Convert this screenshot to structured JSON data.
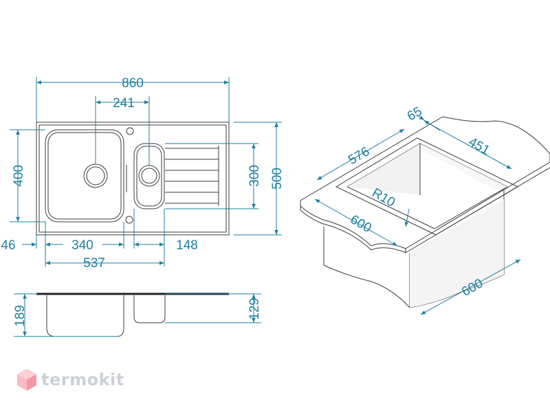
{
  "top_view": {
    "overall_width": "860",
    "bowl_spacing": "241",
    "depth_total": "500",
    "main_bowl_depth": "400",
    "small_bowl_depth": "300",
    "left_offset": "46",
    "main_bowl_width": "340",
    "small_bowl_width": "148",
    "bowls_span": "537"
  },
  "side_view": {
    "main_bowl_height": "189",
    "small_bowl_height": "129"
  },
  "iso_view": {
    "rim_offset": "65",
    "cutout_length": "576",
    "cutout_width": "451",
    "corner_radius": "R10",
    "front_width": "600",
    "cabinet_depth": "600"
  },
  "brand": {
    "name": "termokit",
    "logo_icon": "hexagon-cube-icon",
    "accent": "#e8334a"
  },
  "colors": {
    "dimension": "#1b7fa0",
    "outline": "#3a3a3a"
  }
}
